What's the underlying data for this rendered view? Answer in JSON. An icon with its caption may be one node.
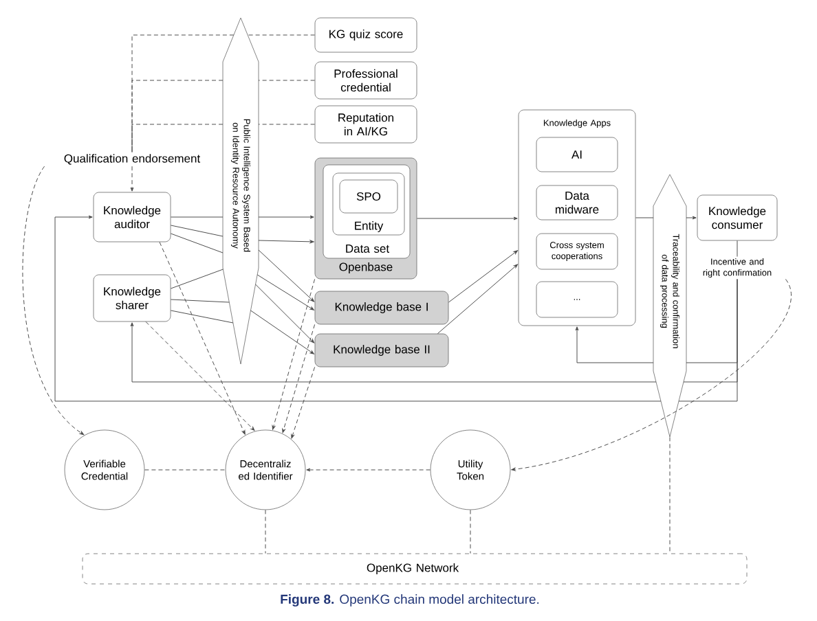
{
  "diagram": {
    "caption": "**Figure 8.** OpenKG chain model architecture.",
    "nodes": [
      {
        "text": [
          "KG quiz score"
        ]
      },
      {
        "text": [
          "Professional credential"
        ]
      },
      {
        "text": [
          "Reputation in AI/KG"
        ]
      },
      {
        "text": [
          "Public Intelligence System Based on Identity Resource Autonomy"
        ]
      },
      {
        "text": [
          "Knowledge auditor"
        ]
      },
      {
        "text": [
          "Knowledge sharer"
        ]
      },
      {
        "text": [
          "Openbase"
        ]
      },
      {
        "text": [
          "Data set"
        ],
        "in": 6
      },
      {
        "text": [
          "Entity"
        ],
        "in": 7
      },
      {
        "text": [
          "SPO"
        ],
        "in": 8
      },
      {
        "text": [
          "Knowledge base I"
        ]
      },
      {
        "text": [
          "Knowledge base II"
        ]
      },
      {
        "text": [
          "Knowledge Apps"
        ]
      },
      {
        "text": [
          "AI"
        ],
        "in": 12
      },
      {
        "text": [
          "Data midware"
        ],
        "in": 12
      },
      {
        "text": [
          "Cross system cooperations"
        ],
        "in": 12
      },
      {
        "text": [
          "..."
        ],
        "in": 12
      },
      {
        "text": [
          "Traceability and confirmation of data processing"
        ]
      },
      {
        "text": [
          "Knowledge consumer"
        ]
      },
      {
        "text": [
          "Verifiable Credential"
        ]
      },
      {
        "text": [
          "Decentraliz ed Identifier"
        ]
      },
      {
        "text": [
          "Utility Token"
        ]
      },
      {
        "text": [
          "OpenKG Network"
        ]
      },
      {
        "text": [
          "Incentive and right confirmation"
        ]
      },
      {
        "text": [
          "Qualification endorsement"
        ]
      }
    ],
    "edges": [
      {
        "from": 0,
        "to": 3,
        "arrow": "none",
        "style": "dashed"
      },
      {
        "from": 3,
        "to": 24,
        "arrow": "none",
        "style": "dashed"
      },
      {
        "from": 1,
        "to": 3,
        "arrow": "none",
        "style": "dashed"
      },
      {
        "from": 3,
        "to": 24,
        "arrow": "none",
        "style": "dashed"
      },
      {
        "from": 2,
        "to": 3,
        "arrow": "none",
        "style": "dashed"
      },
      {
        "from": 3,
        "to": 24,
        "arrow": "none",
        "style": "dashed"
      },
      {
        "from": 24,
        "to": 4,
        "arrow": "to",
        "style": "dashed"
      },
      {
        "from": 4,
        "to": 3,
        "arrow": "none"
      },
      {
        "from": 4,
        "to": 3,
        "arrow": "none"
      },
      {
        "from": 4,
        "to": 3,
        "arrow": "none"
      },
      {
        "from": 5,
        "to": 3,
        "arrow": "none"
      },
      {
        "from": 5,
        "to": 3,
        "arrow": "none"
      },
      {
        "from": 5,
        "to": 3,
        "arrow": "none"
      },
      {
        "from": 3,
        "to": 6,
        "arrow": "to"
      },
      {
        "from": 3,
        "to": 6,
        "arrow": "to"
      },
      {
        "from": 3,
        "to": 10,
        "arrow": "to"
      },
      {
        "from": 3,
        "to": 10,
        "arrow": "to"
      },
      {
        "from": 3,
        "to": 11,
        "arrow": "to"
      },
      {
        "from": 3,
        "to": 11,
        "arrow": "to"
      },
      {
        "from": 6,
        "to": 12,
        "arrow": "to"
      },
      {
        "from": 10,
        "to": 12,
        "arrow": "to"
      },
      {
        "from": 11,
        "to": 12,
        "arrow": "to"
      },
      {
        "from": 12,
        "to": 17,
        "arrow": "none"
      },
      {
        "from": 17,
        "to": 18,
        "arrow": "to"
      },
      {
        "from": 18,
        "to": 23,
        "arrow": "none"
      },
      {
        "from": 23,
        "to": 17,
        "arrow": "none"
      },
      {
        "from": 17,
        "to": 12,
        "arrow": "to"
      },
      {
        "from": 23,
        "to": 17,
        "arrow": "none"
      },
      {
        "from": 17,
        "to": 5,
        "arrow": "to"
      },
      {
        "from": 23,
        "to": 17,
        "arrow": "none"
      },
      {
        "from": 17,
        "to": 4,
        "arrow": "to"
      },
      {
        "from": 23,
        "to": 21,
        "arrow": "to",
        "style": "dashed"
      },
      {
        "from": 24,
        "to": 19,
        "arrow": "to",
        "style": "dashed"
      },
      {
        "from": 4,
        "to": 20,
        "arrow": "to",
        "style": "dashed"
      },
      {
        "from": 5,
        "to": 20,
        "arrow": "to",
        "style": "dashed"
      },
      {
        "from": 6,
        "to": 20,
        "arrow": "to",
        "style": "dashed"
      },
      {
        "from": 10,
        "to": 20,
        "arrow": "to",
        "style": "dashed"
      },
      {
        "from": 11,
        "to": 20,
        "arrow": "to",
        "style": "dashed"
      },
      {
        "from": 19,
        "to": 20,
        "arrow": "none",
        "style": "dashed"
      },
      {
        "from": 21,
        "to": 20,
        "arrow": "to",
        "style": "dashed"
      },
      {
        "from": 20,
        "to": 22,
        "arrow": "none",
        "style": "dashed"
      },
      {
        "from": 21,
        "to": 22,
        "arrow": "none",
        "style": "dashed"
      },
      {
        "from": 17,
        "to": 22,
        "arrow": "none",
        "style": "dashed"
      }
    ]
  }
}
